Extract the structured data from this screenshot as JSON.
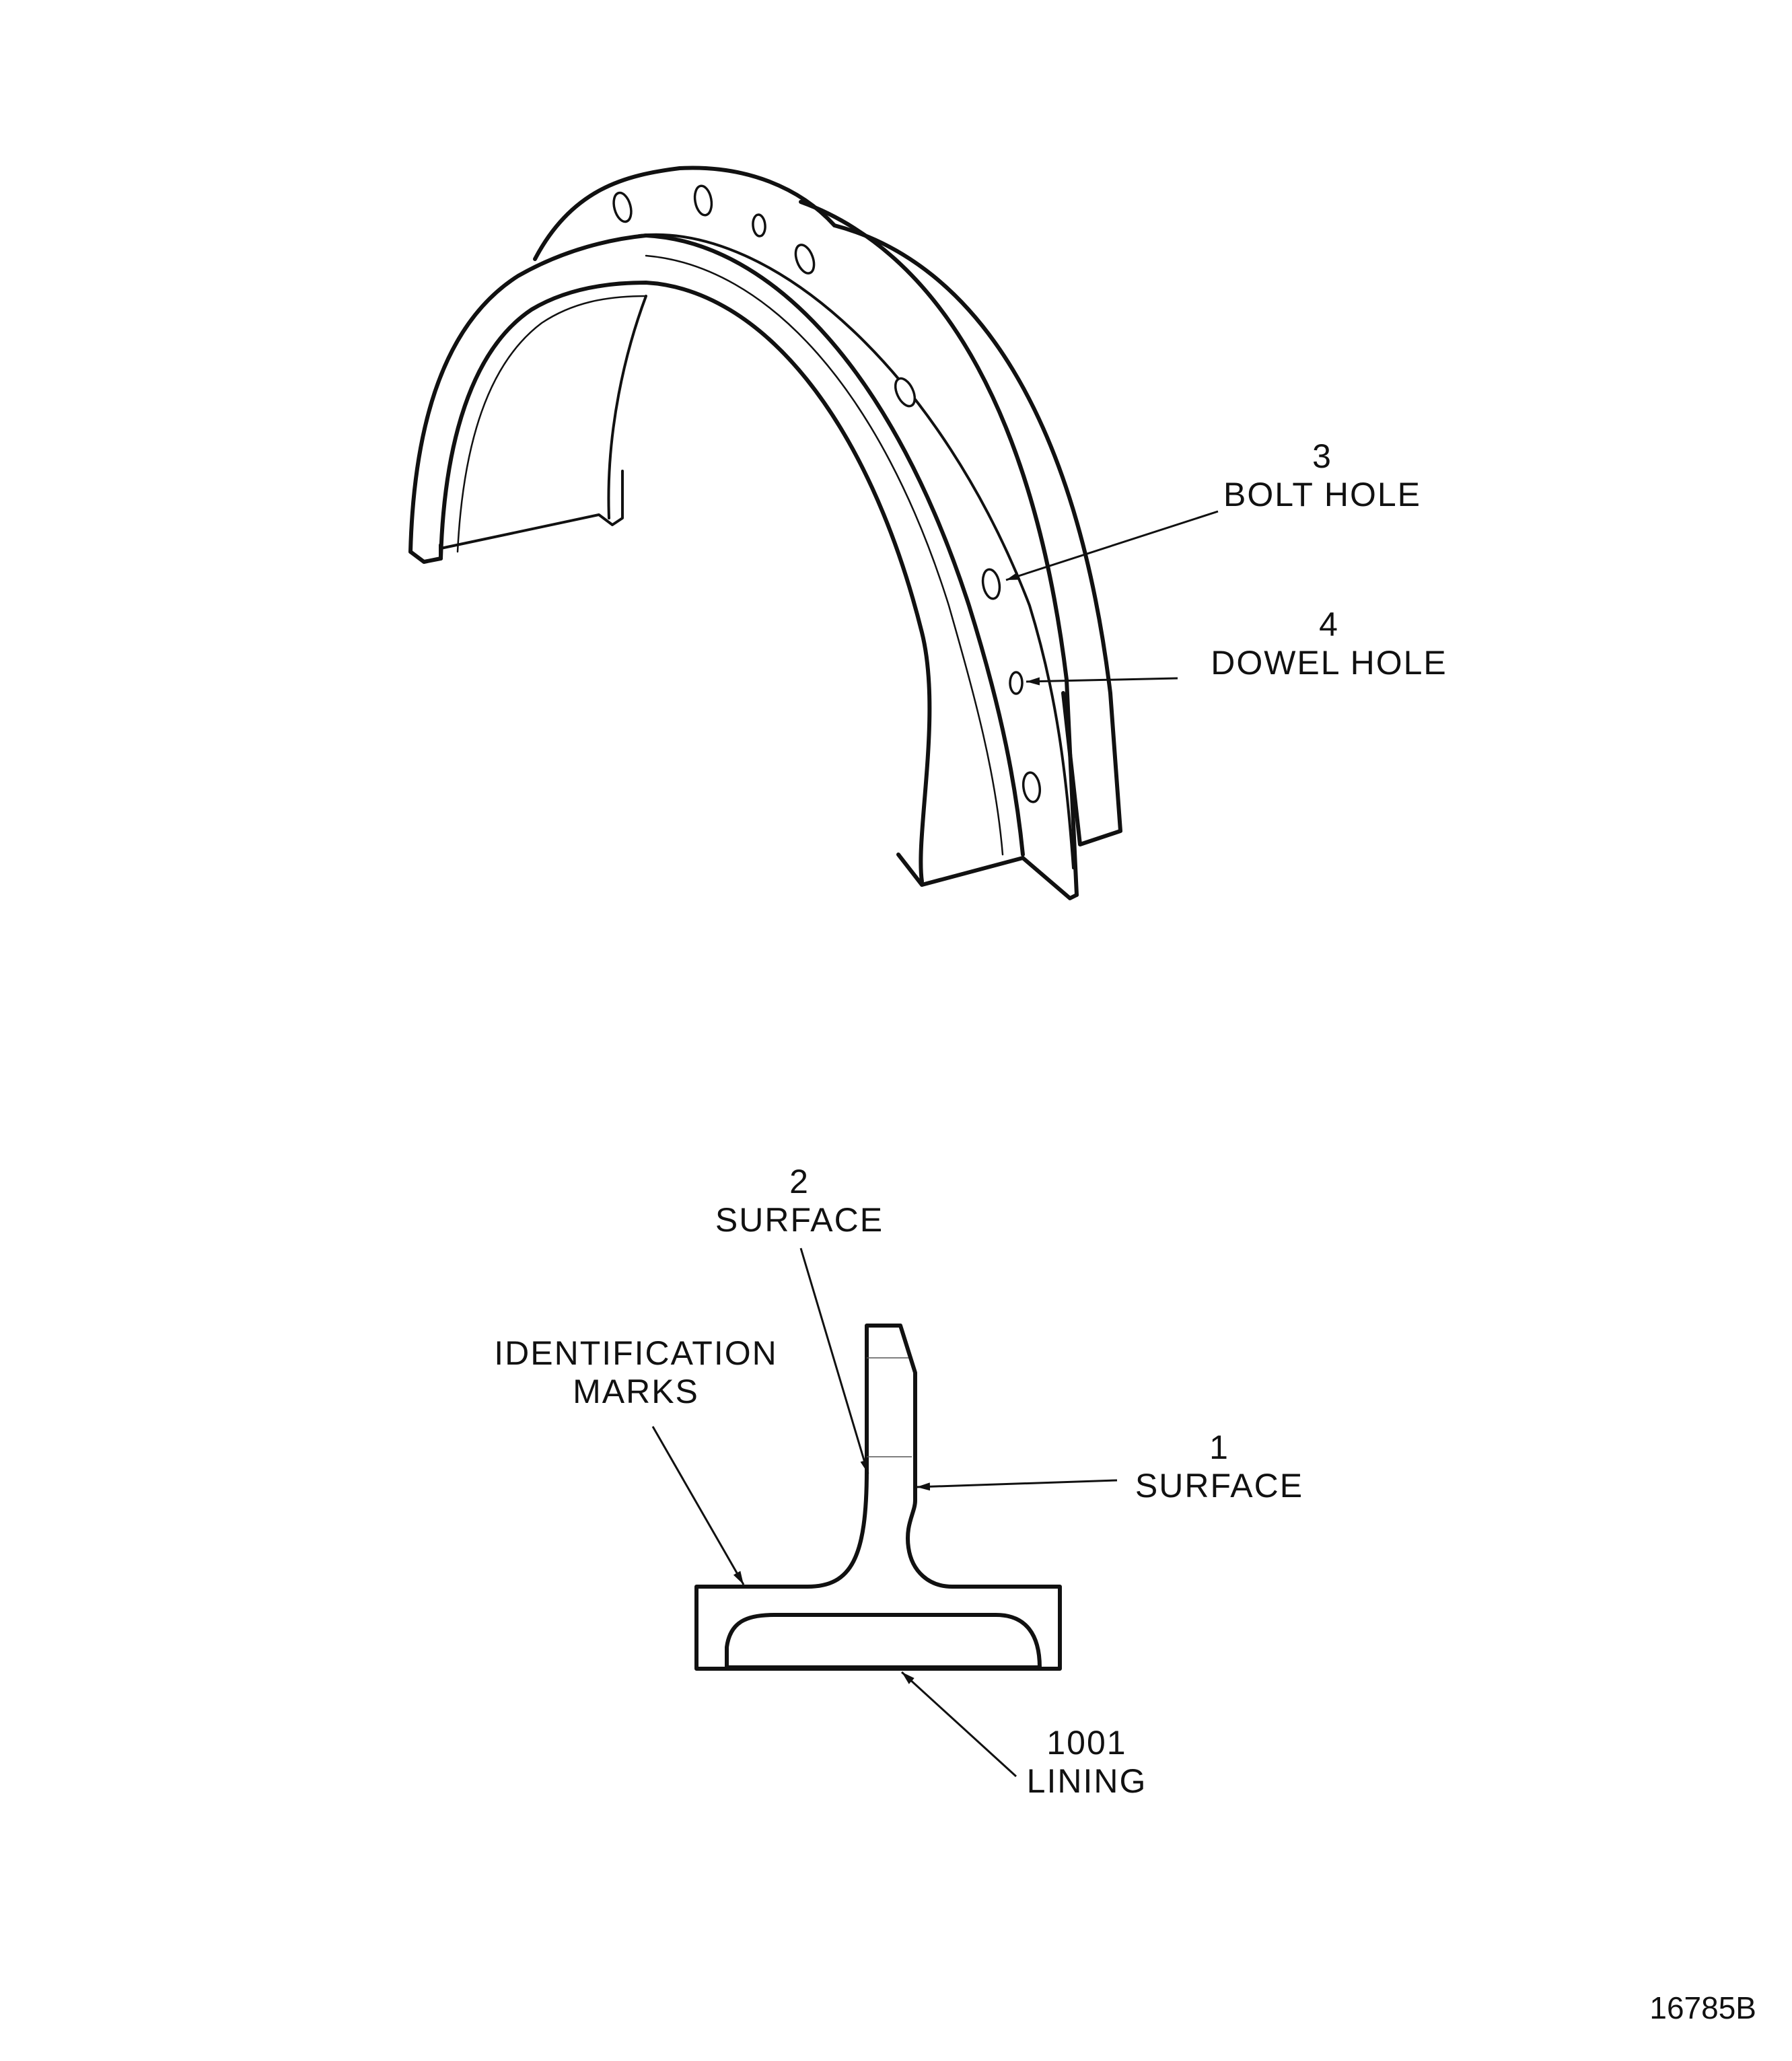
{
  "labels": {
    "bolt_hole_index": "3",
    "bolt_hole_text": "BOLT HOLE",
    "dowel_hole_index": "4",
    "dowel_hole_text": "DOWEL HOLE",
    "surface_upper_index": "2",
    "surface_upper_text": "SURFACE",
    "identification_line1": "IDENTIFICATION",
    "identification_line2": "MARKS",
    "surface_right_index": "1",
    "surface_right_text": "SURFACE",
    "lining_index": "1001",
    "lining_text": "LINING"
  },
  "figure_number": "16785B"
}
